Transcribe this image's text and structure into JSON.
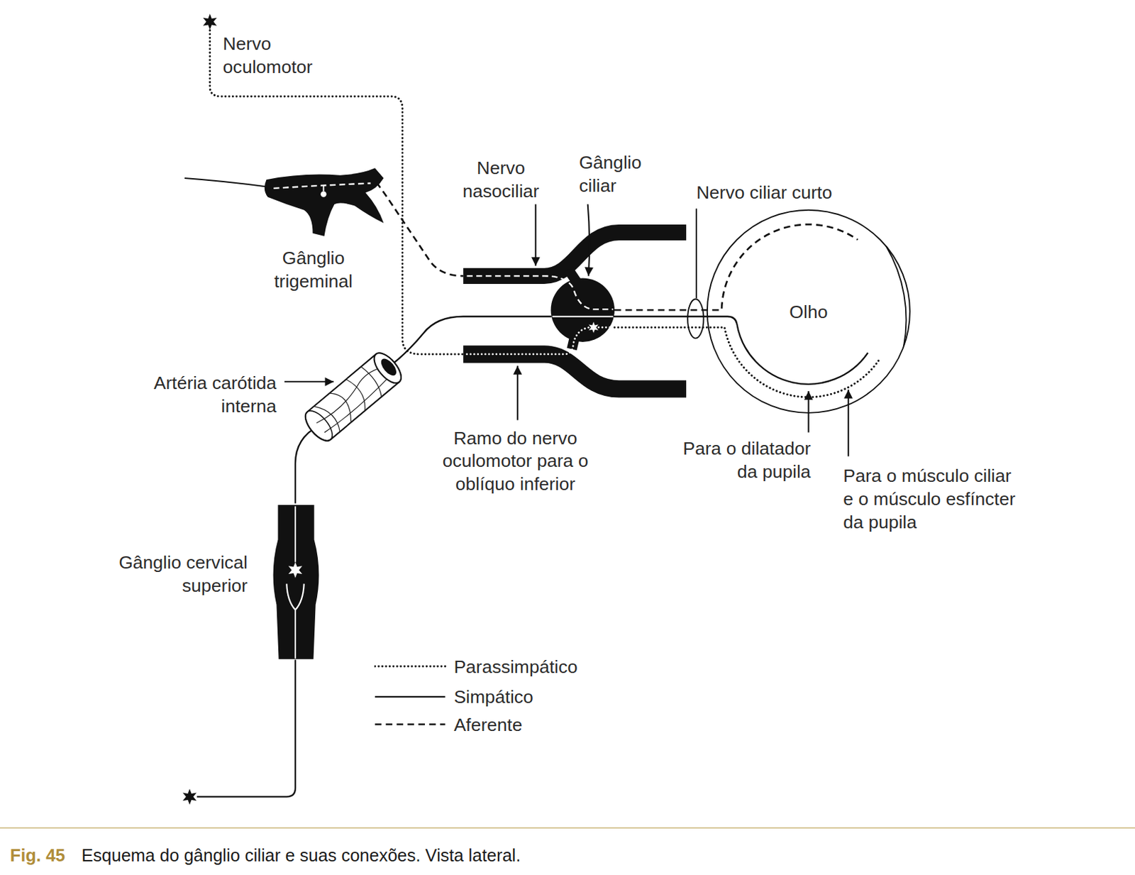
{
  "diagram": {
    "caption": "Fig. 45 Esquema do gânglio ciliar e suas conexões. Vista lateral.",
    "nodes": [
      {
        "text": [
          "Olho"
        ]
      }
    ],
    "labels": [
      "Nervo oculomotor",
      "Nervo nasociliar",
      "Gânglio ciliar",
      "Nervo ciliar curto",
      "Gânglio trigeminal",
      "Artéria carótida interna",
      "Ramo do nervo oculomotor para o oblíquo inferior",
      "Para o dilatador da pupila",
      "Para o músculo ciliar e o músculo esfíncter da pupila",
      "Gânglio cervical superior"
    ],
    "legend": [
      {
        "text": "Parassimpático"
      },
      {
        "text": "Simpático"
      },
      {
        "text": "Aferente"
      }
    ]
  }
}
